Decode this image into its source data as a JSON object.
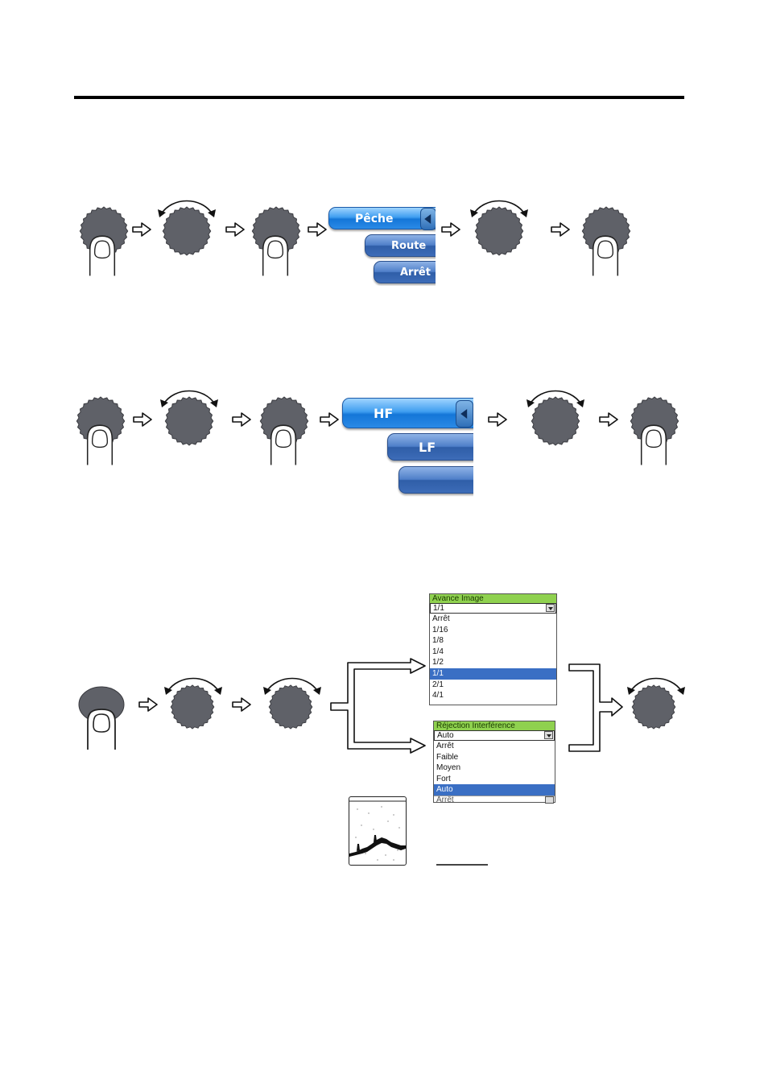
{
  "row1": {
    "menu_items": [
      "Pêche",
      "Route",
      "Arrêt"
    ],
    "selected": "Pêche"
  },
  "row2": {
    "menu_items": [
      "HF",
      "LF",
      ""
    ],
    "selected": "HF"
  },
  "row3": {
    "avance_image": {
      "title": "Avance Image",
      "value": "1/1",
      "options": [
        "Arrêt",
        "1/16",
        "1/8",
        "1/4",
        "1/2",
        "1/1",
        "2/1",
        "4/1"
      ],
      "highlighted": "1/1"
    },
    "rejection_interference": {
      "title": "Réjection Interférence",
      "value": "Auto",
      "options": [
        "Arrêt",
        "Faible",
        "Moyen",
        "Fort",
        "Auto"
      ],
      "highlighted": "Auto",
      "footer": "Arrêt"
    }
  },
  "colors": {
    "knob": "#5f6168",
    "menu_blue": "#3d6cb8",
    "menu_selected": "#1f86e3",
    "dropdown_title": "#8fd14f",
    "highlight": "#3a6fc4"
  },
  "icons": [
    "push-knob-icon",
    "rotate-knob-icon",
    "next-arrow-icon",
    "oval-key-icon",
    "branch-bracket-icon",
    "echo-image-icon"
  ]
}
